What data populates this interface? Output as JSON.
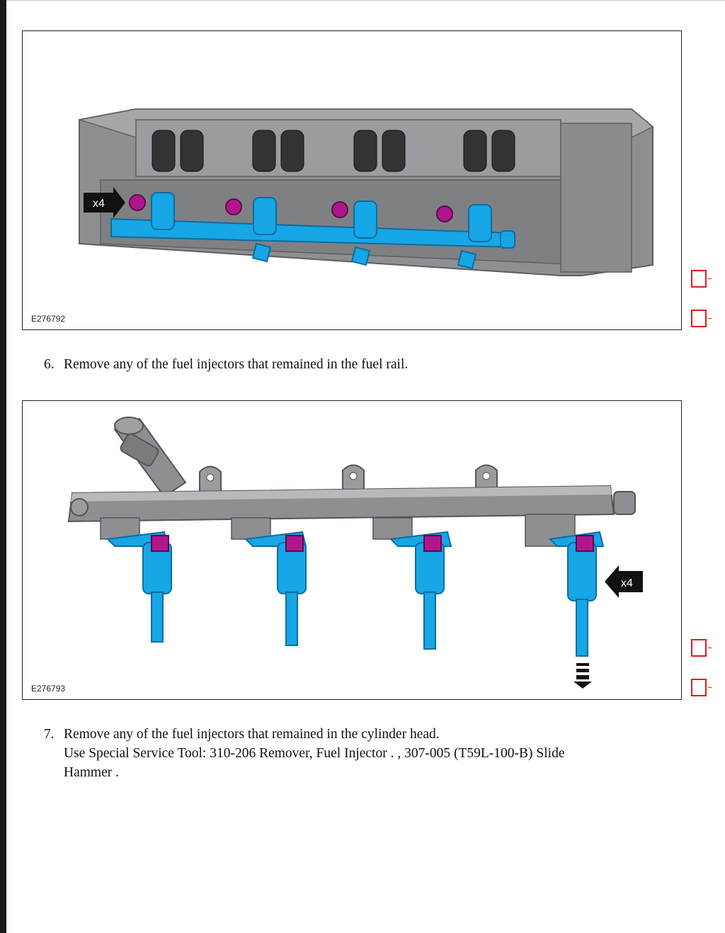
{
  "figures": [
    {
      "id": "E276792",
      "callout": "x4"
    },
    {
      "id": "E276793",
      "callout": "x4"
    }
  ],
  "steps": [
    {
      "number": "6.",
      "text": "Remove any of the fuel injectors that remained in the fuel rail."
    },
    {
      "number": "7.",
      "text": "Remove any of the fuel injectors that remained in the cylinder head.",
      "tool_line1": "Use Special Service Tool: 310-206  Remover, Fuel Injector . , 307-005 (T59L-100-B)  Slide",
      "tool_line2": "Hammer ."
    }
  ],
  "colors": {
    "part_blue": "#17a6e6",
    "bolt_magenta": "#b0168c",
    "casting_gray": "#8e8f92",
    "checkbox_red": "#e21c1c"
  }
}
